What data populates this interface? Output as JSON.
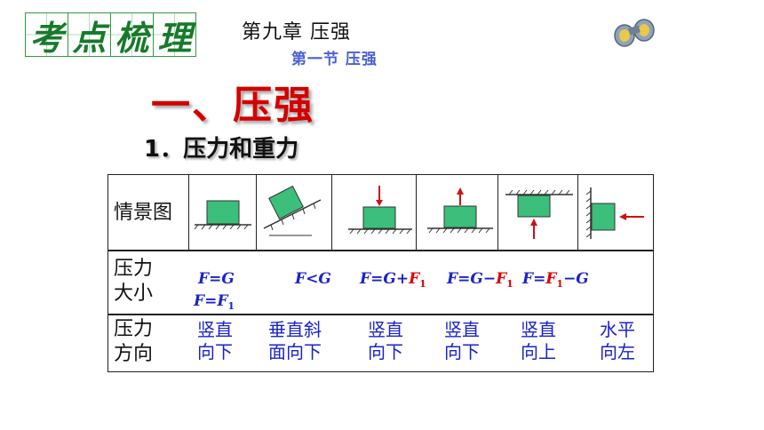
{
  "header": {
    "logo_chars": [
      "考",
      "点",
      "梳",
      "理"
    ],
    "chapter": "第九章 压强",
    "section": "第一节 压强",
    "binoculars_icon": "binoculars-icon"
  },
  "title": "一、压强",
  "subtitle": "1．压力和重力",
  "table": {
    "row_labels": {
      "scene": "情景图",
      "magnitude_1": "压力",
      "magnitude_2": "大小",
      "direction_1": "压力",
      "direction_2": "方向"
    },
    "magnitudes": {
      "c1_line1": "F=G",
      "c1_line2_a": "F=F",
      "c1_line2_sub": "1",
      "c2": "F<G",
      "c3_a": "F=G+",
      "c3_b": "F",
      "c3_sub": "1",
      "c4_a": "F=G−",
      "c4_b": "F",
      "c4_sub": "1",
      "c5_a": "F=",
      "c5_b": "F",
      "c5_sub": "1",
      "c5_c": "−G"
    },
    "directions": [
      [
        "竖直",
        "向下"
      ],
      [
        "垂直斜",
        "面向下"
      ],
      [
        "竖直",
        "向下"
      ],
      [
        "竖直",
        "向下"
      ],
      [
        "竖直",
        "向上"
      ],
      [
        "水平",
        "向左"
      ]
    ]
  },
  "colors": {
    "block": "#3bbf7a",
    "arrow": "#cc1111",
    "title_red": "#d40000",
    "formula_blue": "#1a23c9",
    "section_blue": "#4a5fd6"
  }
}
